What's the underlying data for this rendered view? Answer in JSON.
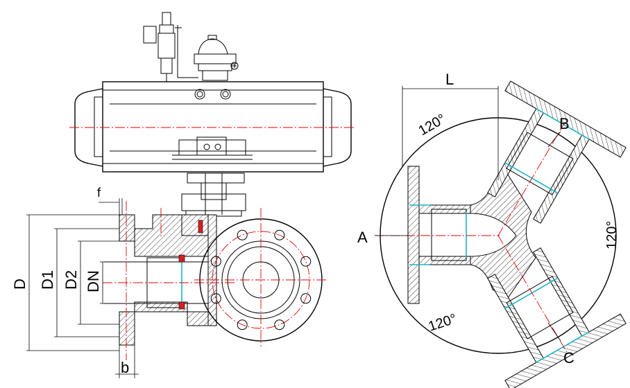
{
  "dimension_labels": {
    "D": "D",
    "D1": "D1",
    "D2": "D2",
    "DN": "DN",
    "f": "f",
    "b": "b",
    "L": "L"
  },
  "port_labels": {
    "A": "A",
    "B": "B",
    "C": "C"
  },
  "angle_labels": {
    "top": "120°",
    "right": "120°",
    "bottom": "120°"
  },
  "colors": {
    "centerline": "#e00000",
    "seat": "#d81f1f",
    "gasket": "#1ab3c7",
    "line": "#000000"
  }
}
